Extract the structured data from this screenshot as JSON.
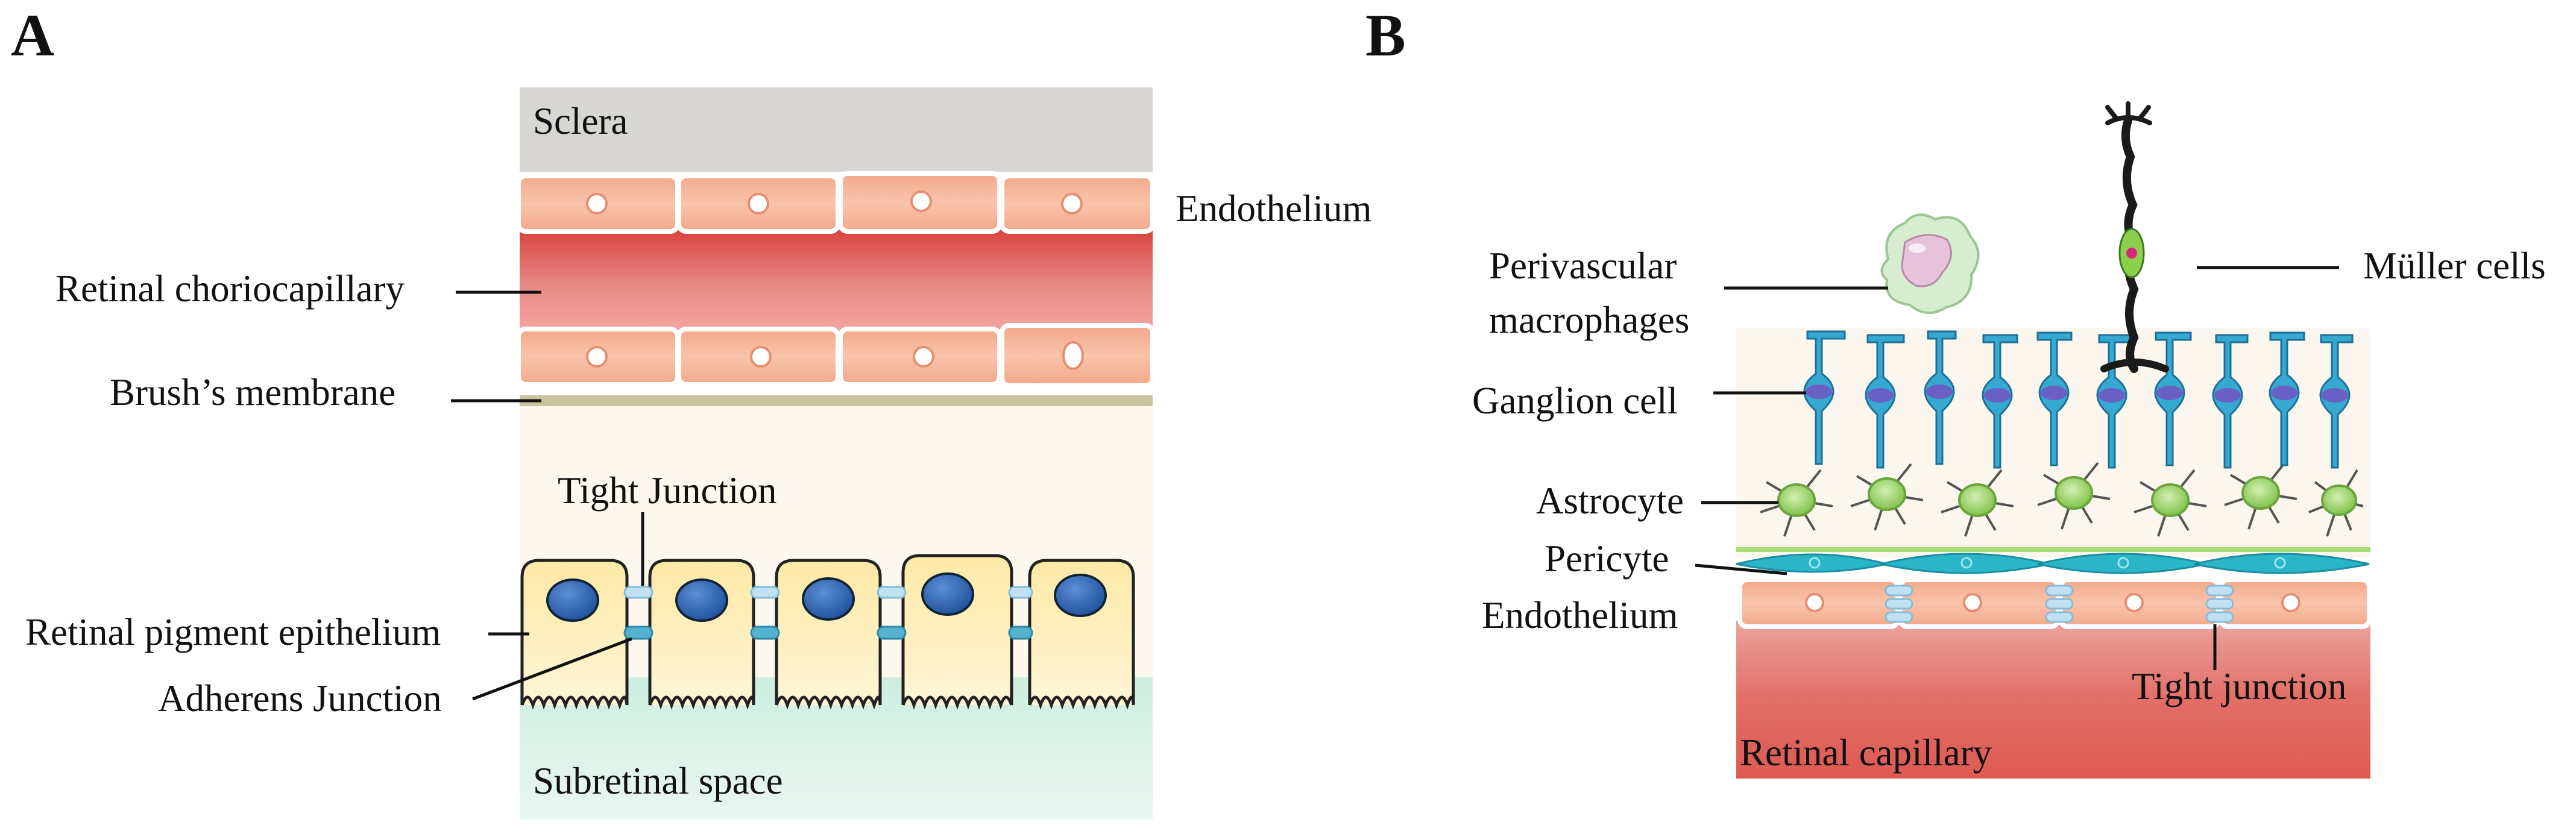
{
  "panels": [
    {
      "letter": "A"
    },
    {
      "letter": "B"
    }
  ],
  "panel_a": {
    "labels": {
      "sclera": "Sclera",
      "endothelium": "Endothelium",
      "choriocapillary": "Retinal choriocapillary",
      "membrane": "Brush’s membrane",
      "tight_junction": "Tight Junction",
      "rpe": "Retinal pigment epithelium",
      "adherens": "Adherens Junction",
      "subretinal": "Subretinal space"
    }
  },
  "panel_b": {
    "labels": {
      "macrophages_line1": "Perivascular",
      "macrophages_line2": "macrophages",
      "muller": "Müller cells",
      "ganglion": "Ganglion cell",
      "astrocyte": "Astrocyte",
      "pericyte": "Pericyte",
      "endothelium": "Endothelium",
      "tight_junction": "Tight junction",
      "capillary": "Retinal capillary"
    }
  }
}
